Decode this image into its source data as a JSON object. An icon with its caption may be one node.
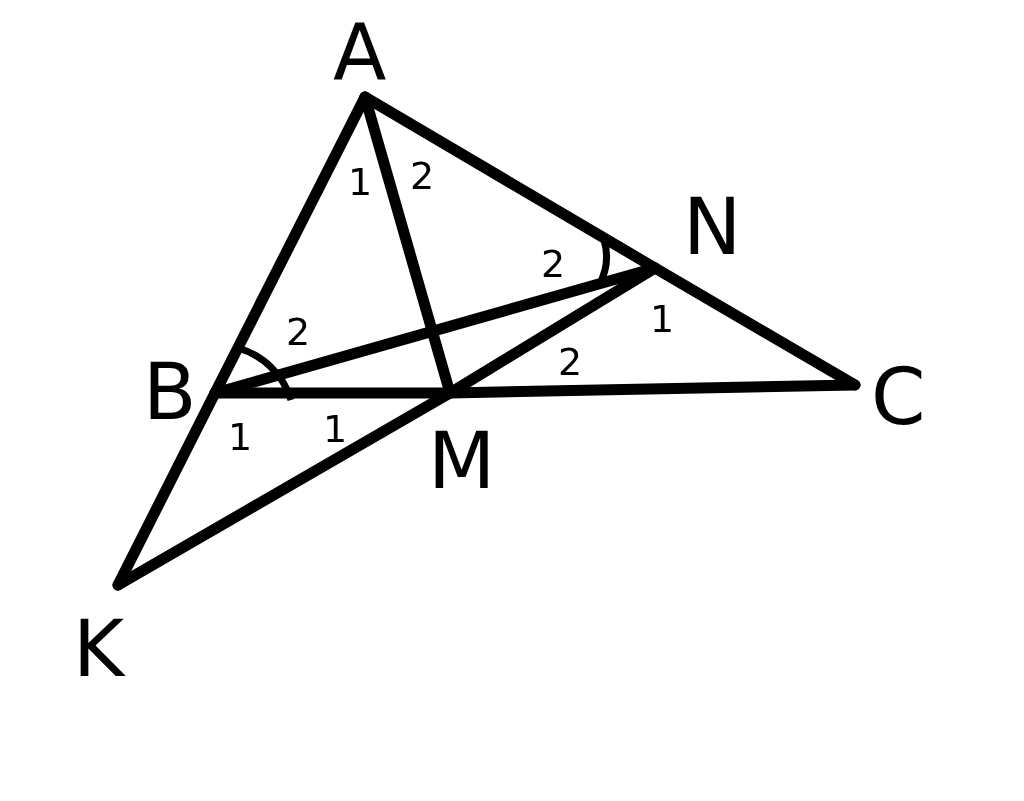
{
  "diagram": {
    "nodes": [
      {
        "text": [
          "A"
        ]
      },
      {
        "text": [
          "N"
        ]
      },
      {
        "text": [
          "B"
        ]
      },
      {
        "text": [
          "C"
        ]
      },
      {
        "text": [
          "M"
        ]
      },
      {
        "text": [
          "K"
        ]
      }
    ],
    "edges": [
      {
        "from": 0,
        "to": 2,
        "arrow": "none"
      },
      {
        "from": 2,
        "to": 5,
        "arrow": "none"
      },
      {
        "from": 0,
        "to": 1,
        "arrow": "none"
      },
      {
        "from": 1,
        "to": 3,
        "arrow": "none"
      },
      {
        "from": 0,
        "to": 4,
        "arrow": "none"
      },
      {
        "from": 2,
        "to": 1,
        "arrow": "none"
      },
      {
        "from": 2,
        "to": 4,
        "arrow": "none"
      },
      {
        "from": 4,
        "to": 3,
        "arrow": "none"
      },
      {
        "from": 5,
        "to": 4,
        "arrow": "none"
      },
      {
        "from": 4,
        "to": 1,
        "arrow": "none"
      }
    ],
    "labels": [
      "1",
      "2",
      "2",
      "1",
      "2",
      "2",
      "1",
      "1"
    ]
  }
}
